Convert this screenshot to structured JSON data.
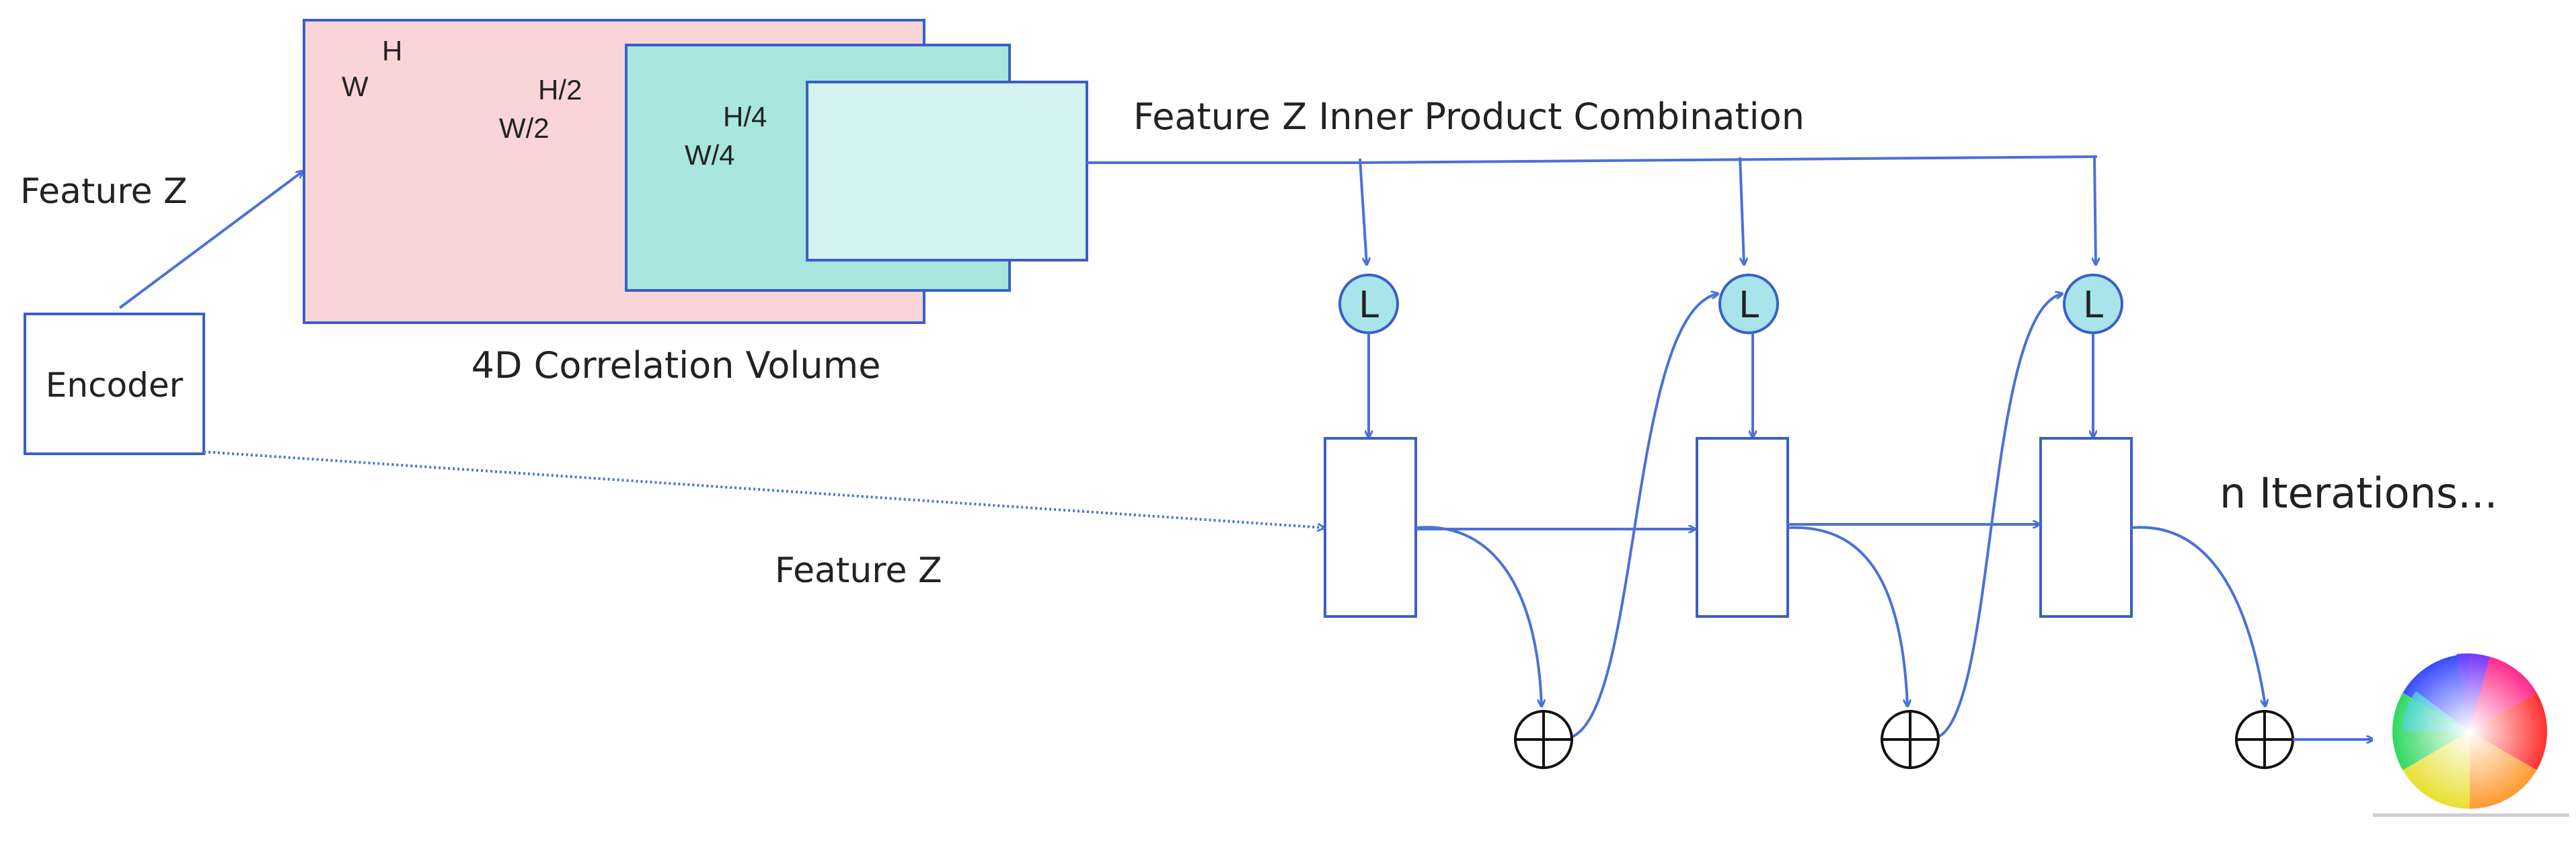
{
  "labels": {
    "feature_z_top": "Feature Z",
    "encoder": "Encoder",
    "correlation_volume": "4D Correlation Volume",
    "inner_product": "Feature Z Inner Product Combination",
    "feature_z_bottom": "Feature Z",
    "iterations": "n Iterations..."
  },
  "volume_levels": [
    {
      "h": "H",
      "w": "W",
      "fill": "#f9d5d8"
    },
    {
      "h": "H/2",
      "w": "W/2",
      "fill": "#a8e6df"
    },
    {
      "h": "H/4",
      "w": "W/4",
      "fill": "#d4f3f0"
    }
  ],
  "lookup_symbol": "L",
  "colors": {
    "stroke": "#3a5fc8",
    "wire": "#4a72d6",
    "lookup_fill": "#a8e4ea"
  }
}
